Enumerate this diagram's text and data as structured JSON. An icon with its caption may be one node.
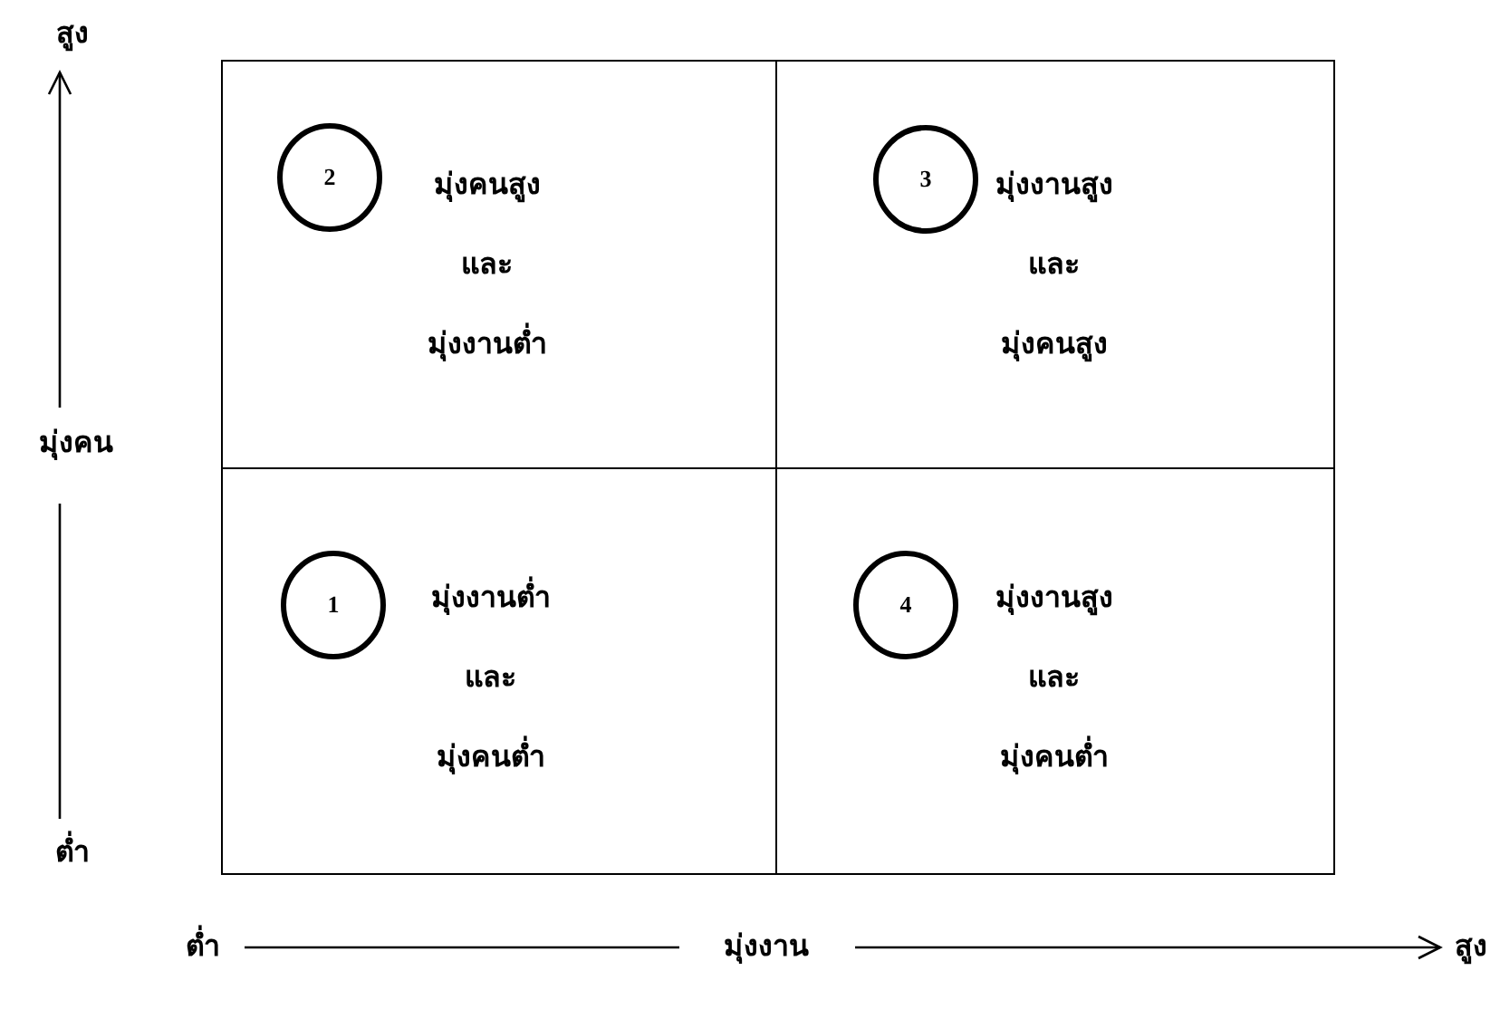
{
  "diagram": {
    "nodes": [
      {
        "text": [
          "มุ่งคนสูง และ มุ่งงานต่ำ"
        ]
      },
      {
        "text": [
          "2"
        ],
        "in": 0
      },
      {
        "text": [
          "มุ่งงานสูง และ มุ่งคนสูง"
        ]
      },
      {
        "text": [
          "3"
        ],
        "in": 2
      },
      {
        "text": [
          "มุ่งงานต่ำ และ มุ่งคนต่ำ"
        ]
      },
      {
        "text": [
          "1"
        ],
        "in": 4
      },
      {
        "text": [
          "มุ่งงานสูง และ มุ่งคนต่ำ"
        ]
      },
      {
        "text": [
          "4"
        ],
        "in": 6
      }
    ],
    "labels": [
      "สูง",
      "มุ่งคน",
      "ต่ำ",
      "ต่ำ",
      "มุ่งงาน",
      "สูง"
    ]
  }
}
